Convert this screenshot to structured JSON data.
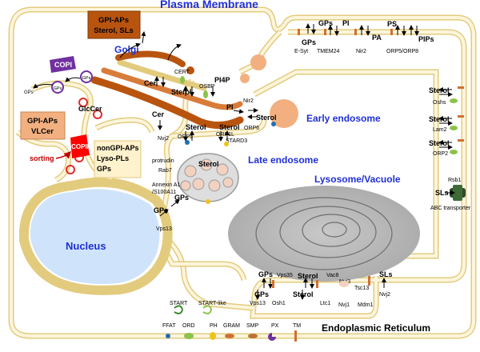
{
  "title": "Plasma Membrane",
  "compartments": {
    "golgi": "Golgi",
    "early_endosome": "Early endosome",
    "late_endosome": "Late endosome",
    "lysosome": "Lysosome/Vacuole",
    "nucleus": "Nucleus",
    "er": "Endoplasmic Reticulum"
  },
  "boxes": {
    "gpi_sterol": [
      "GPI-APs",
      "Sterol, SLs"
    ],
    "gpi_vlcer": [
      "GPI-APs",
      "VLCer"
    ],
    "nongpi": [
      "nonGPI-APs",
      "Lyso-PLs",
      "GPs"
    ]
  },
  "badges": {
    "copi": "COPI",
    "copii": "COPII"
  },
  "lipids": {
    "gps": "GPs",
    "pi": "PI",
    "pa": "PA",
    "ps": "PS",
    "pips": "PIPs",
    "pi4p": "PI4P",
    "sterol": "Sterol",
    "cer": "Cer",
    "glccer": "GlcCer",
    "sls": "SLs",
    "sorting": "sorting"
  },
  "proteins": {
    "esyt": "E-Syt",
    "tmem24": "TMEM24",
    "nir2": "Nir2",
    "orp5_8": "ORP5/ORP8",
    "cert": "CERT",
    "osbp": "OSBP",
    "orp6": "ORP6",
    "nvj2": "Nvj2",
    "orp5": "ORP5",
    "orp1l": "ORP1L",
    "stard3": "STARD3",
    "protrudin": "protrudin",
    "rab7": "Rab7",
    "annexin": "Annexin A1",
    "s100": "/S100A11",
    "vps13": "Vps13",
    "oshs": "Oshs",
    "lam2": "Lam2",
    "orp2": "ORP2",
    "rsb1": "Rsb1",
    "abc": "ABC transporter",
    "vps35": "Vps35",
    "vac8": "Vac8",
    "nvj3": "Nvj3",
    "tsc13": "Tsc13",
    "osh1": "Osh1",
    "ltc1": "Ltc1",
    "nvj1": "Nvj1",
    "mdm1": "Mdm1"
  },
  "legend": {
    "start": "START",
    "start_like": "START-like",
    "ffat": "FFAT",
    "ord": "ORD",
    "ph": "PH",
    "gram": "GRAM",
    "smp": "SMP",
    "px": "PX",
    "tm": "TM"
  },
  "colors": {
    "membrane": "#e3cb7e",
    "title": "#1f2fd6",
    "golgi": "#b9540f",
    "nucleus": "#cfe4fb",
    "copi": "#7030a0",
    "copii": "#ff0000"
  }
}
